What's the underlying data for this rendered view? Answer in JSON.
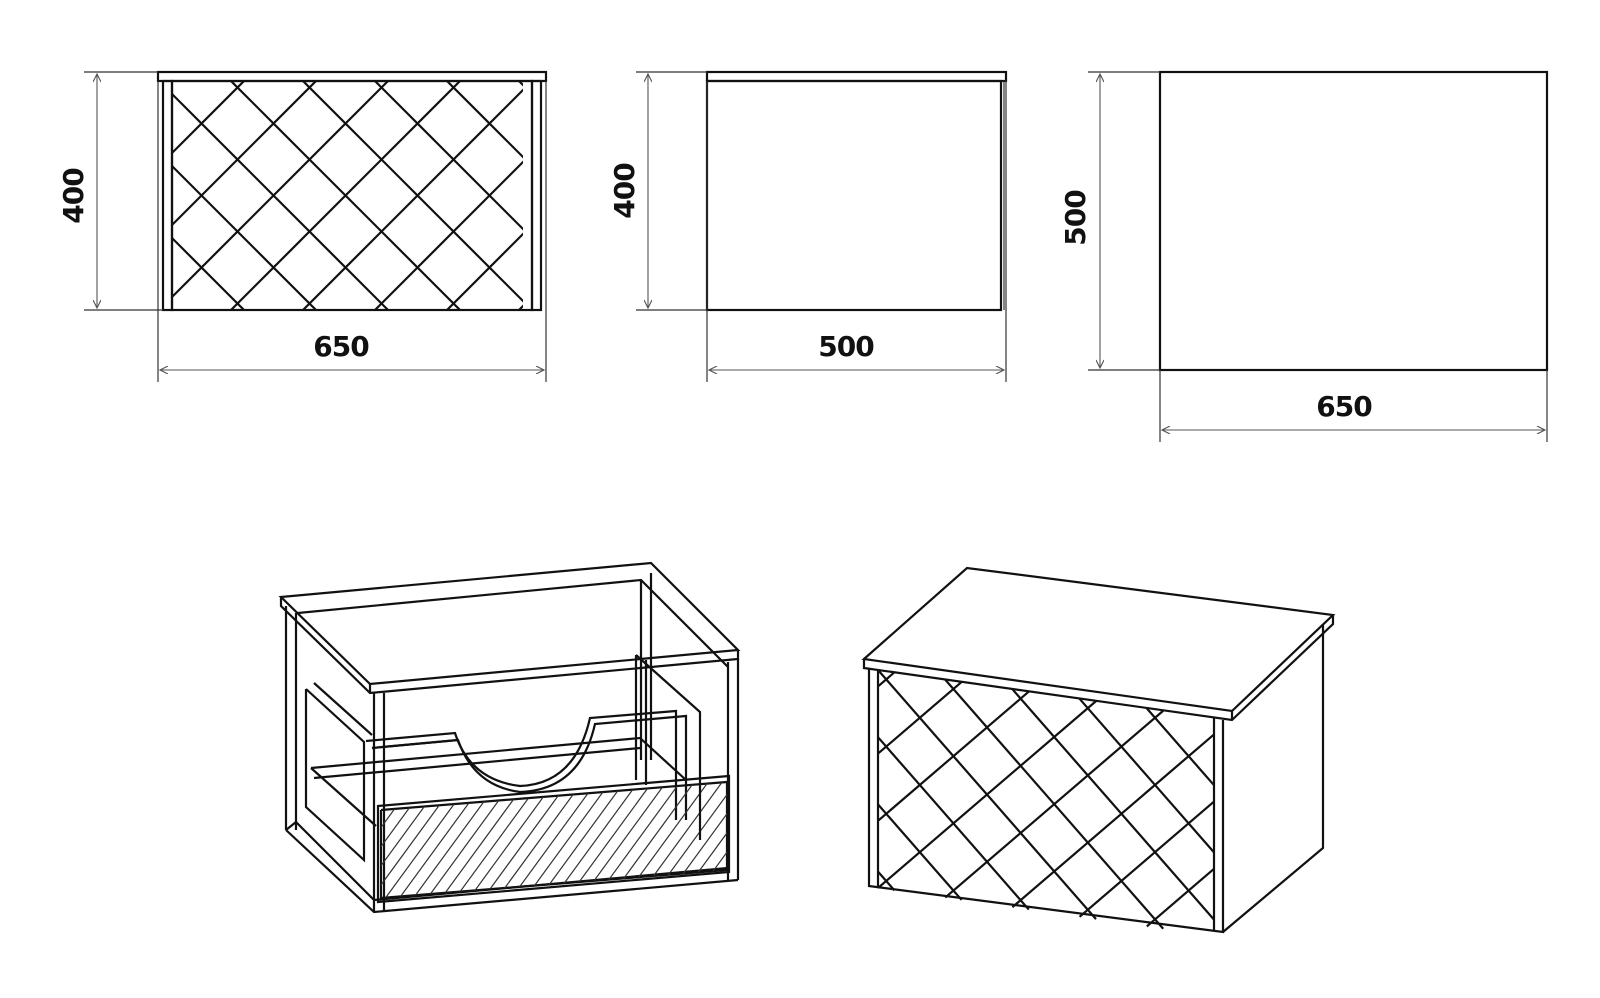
{
  "dimensions": {
    "front_height": "400",
    "front_width": "650",
    "side_height": "400",
    "side_width": "500",
    "top_depth": "500",
    "top_width": "650"
  },
  "colors": {
    "line": "#111111",
    "dimension_line": "#555555",
    "background": "#ffffff"
  }
}
